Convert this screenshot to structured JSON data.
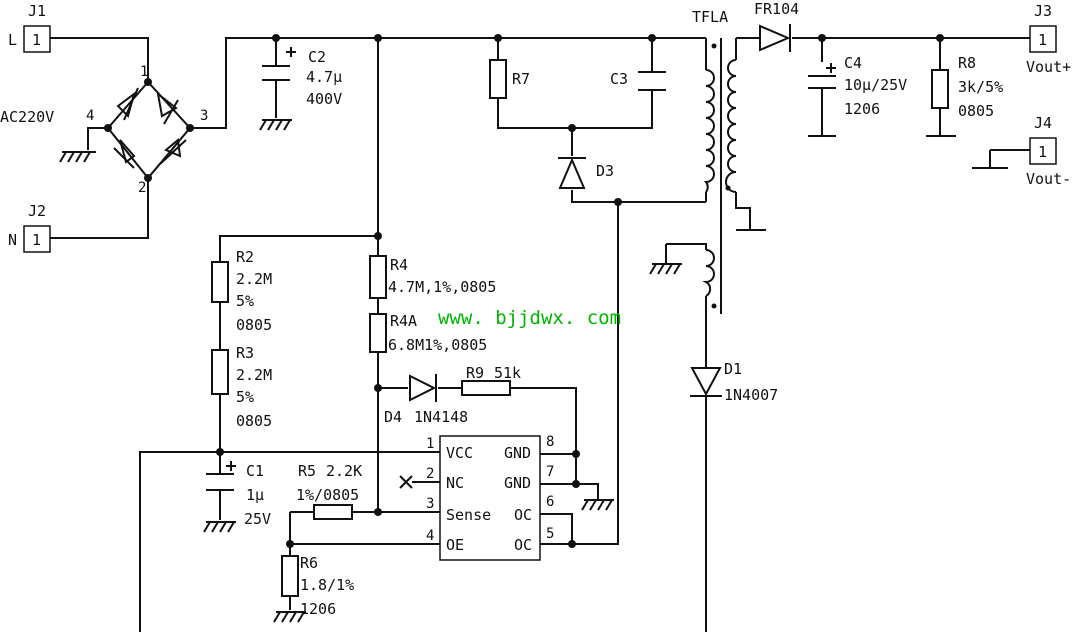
{
  "connectors": {
    "j1": {
      "ref": "J1",
      "pin": "1",
      "net": "L"
    },
    "j2": {
      "ref": "J2",
      "pin": "1",
      "net": "N"
    },
    "j3": {
      "ref": "J3",
      "pin": "1",
      "net": "Vout+"
    },
    "j4": {
      "ref": "J4",
      "pin": "1",
      "net": "Vout-"
    }
  },
  "input_voltage": "AC220V",
  "bridge_pins": [
    "1",
    "2",
    "3",
    "4"
  ],
  "components": {
    "c2": {
      "ref": "C2",
      "line1": "4.7µ",
      "line2": "400V"
    },
    "r7": {
      "ref": "R7"
    },
    "c3": {
      "ref": "C3"
    },
    "d3": {
      "ref": "D3"
    },
    "transformer": {
      "ref": "TFLA"
    },
    "fr104": {
      "ref": "FR104"
    },
    "c4": {
      "ref": "C4",
      "line1": "10µ/25V",
      "line2": "1206"
    },
    "r8": {
      "ref": "R8",
      "line1": "3k/5%",
      "line2": "0805"
    },
    "r2": {
      "ref": "R2",
      "line1": "2.2M",
      "line2": "5%",
      "line3": "0805"
    },
    "r3": {
      "ref": "R3",
      "line1": "2.2M",
      "line2": "5%",
      "line3": "0805"
    },
    "r4": {
      "ref": "R4",
      "line1": "4.7M,1%,0805"
    },
    "r4a": {
      "ref": "R4A",
      "line1": "6.8M1%,0805"
    },
    "r9": {
      "ref": "R9",
      "value": "51k"
    },
    "d4": {
      "ref": "D4",
      "value": "1N4148"
    },
    "c1": {
      "ref": "C1",
      "line1": "1µ",
      "line2": "25V"
    },
    "r5": {
      "ref": "R5",
      "value": "2.2K",
      "line2": "1%/0805"
    },
    "r6": {
      "ref": "R6",
      "line1": "1.8/1%",
      "line2": "1206"
    },
    "d1": {
      "ref": "D1",
      "value": "1N4007"
    }
  },
  "ic": {
    "left_pins": [
      {
        "num": "1",
        "name": "VCC"
      },
      {
        "num": "2",
        "name": "NC"
      },
      {
        "num": "3",
        "name": "Sense"
      },
      {
        "num": "4",
        "name": "OE"
      }
    ],
    "right_pins": [
      {
        "num": "8",
        "name": "GND"
      },
      {
        "num": "7",
        "name": "GND"
      },
      {
        "num": "6",
        "name": "OC"
      },
      {
        "num": "5",
        "name": "OC"
      }
    ]
  },
  "watermark": "www. bjjdwx. com",
  "colors": {
    "ink": "#111111",
    "watermark": "#00b400"
  }
}
